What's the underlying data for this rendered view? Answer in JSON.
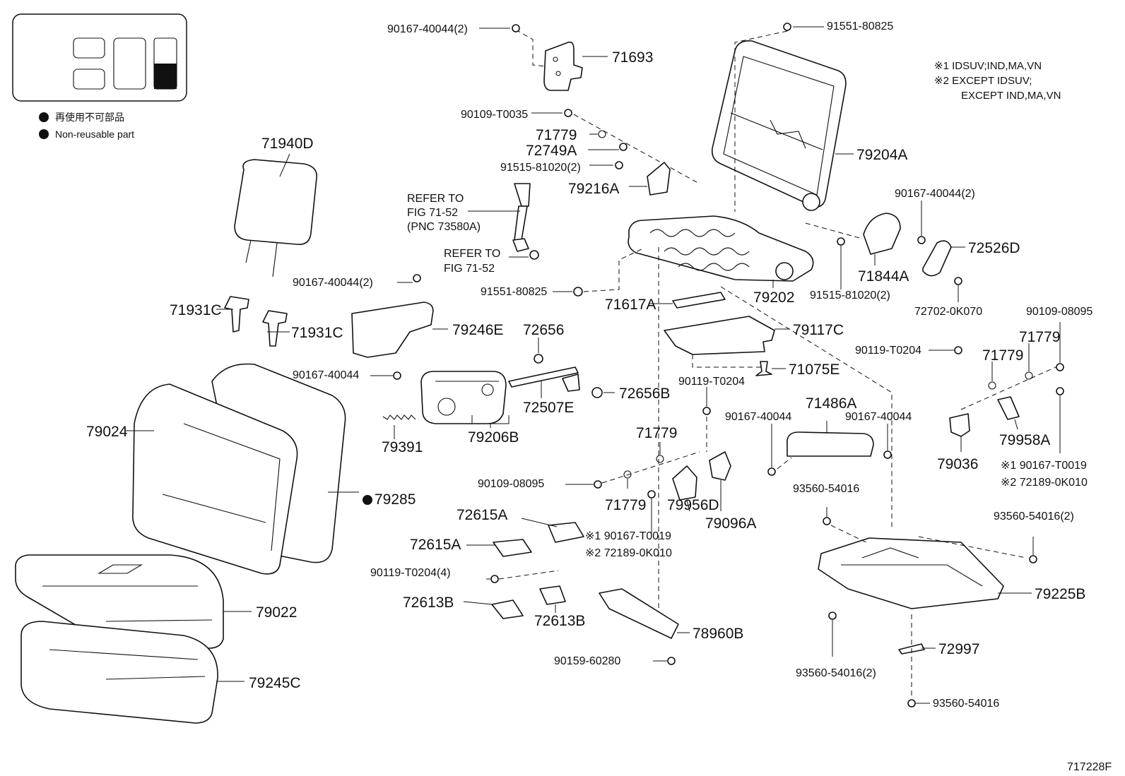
{
  "legend": {
    "jp_label": "再使用不可部品",
    "en_label": "Non-reusable part"
  },
  "notes": {
    "note1": "※1 IDSUV;IND,MA,VN",
    "note2": "※2 EXCEPT IDSUV;",
    "note3": "EXCEPT IND,MA,VN"
  },
  "refer": {
    "r1": "REFER TO",
    "r2": "FIG 71-52",
    "r3": "(PNC 73580A)",
    "r4": "REFER TO",
    "r5": "FIG 71-52"
  },
  "labels": {
    "p90167_40044_2_top": "90167-40044(2)",
    "p71693": "71693",
    "p91551_80825_top": "91551-80825",
    "p90109_T0035": "90109-T0035",
    "p71779_a": "71779",
    "p72749A": "72749A",
    "p91515_81020_2_a": "91515-81020(2)",
    "p79216A": "79216A",
    "p79204A": "79204A",
    "p71940D": "71940D",
    "p90167_40044_2_mid": "90167-40044(2)",
    "p91551_80825_mid": "91551-80825",
    "p71617A": "71617A",
    "p79202": "79202",
    "p91515_81020_2_b": "91515-81020(2)",
    "p71844A": "71844A",
    "p90167_40044_2_r": "90167-40044(2)",
    "p72526D": "72526D",
    "p72702_0K070": "72702-0K070",
    "p90109_08095_r": "90109-08095",
    "p71931C_a": "71931C",
    "p71931C_b": "71931C",
    "p79246E": "79246E",
    "p72656": "72656",
    "p79117C": "79117C",
    "p90119_T0204_r": "90119-T0204",
    "p71779_r1": "71779",
    "p71779_r2": "71779",
    "p90167_40044_l": "90167-40044",
    "p71075E": "71075E",
    "p90119_T0204_m": "90119-T0204",
    "p72507E": "72507E",
    "p72656B": "72656B",
    "p79024": "79024",
    "p79391": "79391",
    "p79206B": "79206B",
    "p71486A": "71486A",
    "p90167_40044_m1": "90167-40044",
    "p90167_40044_m2": "90167-40044",
    "p79036": "79036",
    "p79958A": "79958A",
    "p71779_m": "71779",
    "p90167_T0019_r": "※1 90167-T0019",
    "p72189_0K010_r": "※2 72189-0K010",
    "p79285": "79285",
    "p90109_08095_m": "90109-08095",
    "p71779_m2": "71779",
    "p79956D": "79956D",
    "p79096A": "79096A",
    "p93560_54016_a": "93560-54016",
    "p93560_54016_2_a": "93560-54016(2)",
    "p72615A_a": "72615A",
    "p72615A_b": "72615A",
    "p90167_T0019_m": "※1 90167-T0019",
    "p72189_0K010_m": "※2 72189-0K010",
    "p90119_T0204_4": "90119-T0204(4)",
    "p79225B": "79225B",
    "p72613B_a": "72613B",
    "p72613B_b": "72613B",
    "p79022": "79022",
    "p78960B": "78960B",
    "p72997": "72997",
    "p90159_60280": "90159-60280",
    "p93560_54016_2_b": "93560-54016(2)",
    "p79245C": "79245C",
    "p93560_54016_b": "93560-54016",
    "figure_code": "717228F"
  }
}
